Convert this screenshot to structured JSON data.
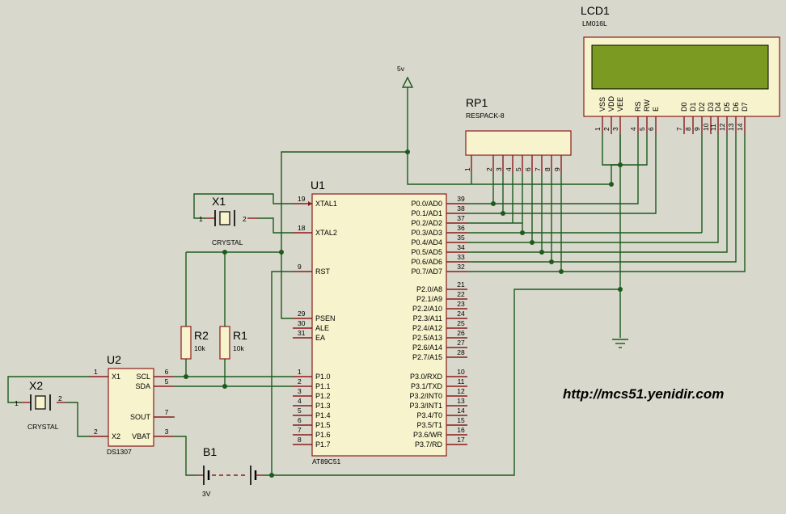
{
  "website": "http://mcs51.yenidir.com",
  "supply": {
    "label": "5v"
  },
  "lcd": {
    "ref": "LCD1",
    "value": "LM016L",
    "screen_color": "#7a9a22",
    "pins": [
      {
        "name": "VSS",
        "num": "1"
      },
      {
        "name": "VDD",
        "num": "2"
      },
      {
        "name": "VEE",
        "num": "3"
      },
      {
        "name": "RS",
        "num": "4"
      },
      {
        "name": "RW",
        "num": "5"
      },
      {
        "name": "E",
        "num": "6"
      },
      {
        "name": "D0",
        "num": "7"
      },
      {
        "name": "D1",
        "num": "8"
      },
      {
        "name": "D2",
        "num": "9"
      },
      {
        "name": "D3",
        "num": "10"
      },
      {
        "name": "D4",
        "num": "11"
      },
      {
        "name": "D5",
        "num": "12"
      },
      {
        "name": "D6",
        "num": "13"
      },
      {
        "name": "D7",
        "num": "14"
      }
    ]
  },
  "rp1": {
    "ref": "RP1",
    "value": "RESPACK-8",
    "pins": [
      "1",
      "2",
      "3",
      "4",
      "5",
      "6",
      "7",
      "8",
      "9"
    ]
  },
  "u1": {
    "ref": "U1",
    "value": "AT89C51",
    "left_pins": [
      {
        "name": "XTAL1",
        "num": "19"
      },
      {
        "name": "XTAL2",
        "num": "18"
      },
      {
        "name": "RST",
        "num": "9"
      },
      {
        "name": "PSEN",
        "num": "29"
      },
      {
        "name": "ALE",
        "num": "30"
      },
      {
        "name": "EA",
        "num": "31"
      },
      {
        "name": "P1.0",
        "num": "1"
      },
      {
        "name": "P1.1",
        "num": "2"
      },
      {
        "name": "P1.2",
        "num": "3"
      },
      {
        "name": "P1.3",
        "num": "4"
      },
      {
        "name": "P1.4",
        "num": "5"
      },
      {
        "name": "P1.5",
        "num": "6"
      },
      {
        "name": "P1.6",
        "num": "7"
      },
      {
        "name": "P1.7",
        "num": "8"
      }
    ],
    "right_pins": [
      {
        "name": "P0.0/AD0",
        "num": "39"
      },
      {
        "name": "P0.1/AD1",
        "num": "38"
      },
      {
        "name": "P0.2/AD2",
        "num": "37"
      },
      {
        "name": "P0.3/AD3",
        "num": "36"
      },
      {
        "name": "P0.4/AD4",
        "num": "35"
      },
      {
        "name": "P0.5/AD5",
        "num": "34"
      },
      {
        "name": "P0.6/AD6",
        "num": "33"
      },
      {
        "name": "P0.7/AD7",
        "num": "32"
      },
      {
        "name": "P2.0/A8",
        "num": "21"
      },
      {
        "name": "P2.1/A9",
        "num": "22"
      },
      {
        "name": "P2.2/A10",
        "num": "23"
      },
      {
        "name": "P2.3/A11",
        "num": "24"
      },
      {
        "name": "P2.4/A12",
        "num": "25"
      },
      {
        "name": "P2.5/A13",
        "num": "26"
      },
      {
        "name": "P2.6/A14",
        "num": "27"
      },
      {
        "name": "P2.7/A15",
        "num": "28"
      },
      {
        "name": "P3.0/RXD",
        "num": "10"
      },
      {
        "name": "P3.1/TXD",
        "num": "11"
      },
      {
        "name": "P3.2/INT0",
        "num": "12"
      },
      {
        "name": "P3.3/INT1",
        "num": "13"
      },
      {
        "name": "P3.4/T0",
        "num": "14"
      },
      {
        "name": "P3.5/T1",
        "num": "15"
      },
      {
        "name": "P3.6/WR",
        "num": "16"
      },
      {
        "name": "P3.7/RD",
        "num": "17"
      }
    ]
  },
  "u2": {
    "ref": "U2",
    "value": "DS1307",
    "left_pins": [
      {
        "name": "X1",
        "num": "1"
      },
      {
        "name": "X2",
        "num": "2"
      }
    ],
    "right_pins": [
      {
        "name": "SCL",
        "num": "6"
      },
      {
        "name": "SDA",
        "num": "5"
      },
      {
        "name": "SOUT",
        "num": "7"
      },
      {
        "name": "VBAT",
        "num": "3"
      }
    ]
  },
  "x1": {
    "ref": "X1",
    "value": "CRYSTAL",
    "pin1": "1",
    "pin2": "2"
  },
  "x2": {
    "ref": "X2",
    "value": "CRYSTAL",
    "pin1": "1",
    "pin2": "2"
  },
  "r1": {
    "ref": "R1",
    "value": "10k"
  },
  "r2": {
    "ref": "R2",
    "value": "10k"
  },
  "b1": {
    "ref": "B1",
    "value": "3V"
  }
}
